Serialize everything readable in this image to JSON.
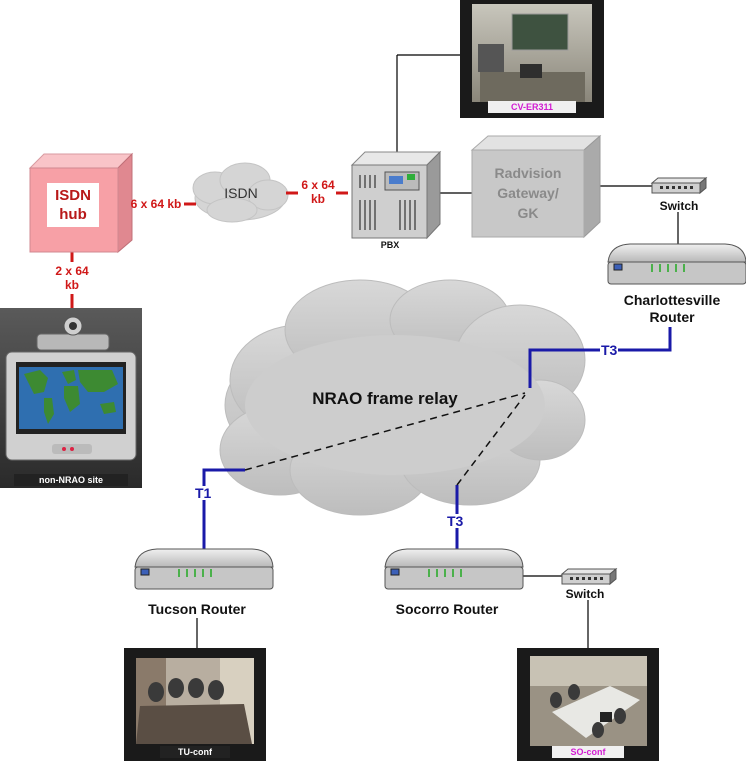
{
  "title": "",
  "colors": {
    "isdn_link": "#d01818",
    "wan_link": "#1a1aa8",
    "hub_fill": "#f7a0a6",
    "device_gray": "#c8c8c8",
    "caption_magenta": "#d21cd2"
  },
  "nodes": {
    "isdn_hub": {
      "line1": "ISDN",
      "line2": "hub"
    },
    "isdn_cloud": {
      "label": "ISDN"
    },
    "pbx": {
      "label": "PBX"
    },
    "gateway": {
      "line1": "Radvision",
      "line2": "Gateway/",
      "line3": "GK"
    },
    "switch_cv": {
      "label": "Switch"
    },
    "router_cv": {
      "line1": "Charlottesville",
      "line2": "Router"
    },
    "frame_relay": {
      "label": "NRAO frame relay"
    },
    "router_tucson": {
      "label": "Tucson Router"
    },
    "router_socorro": {
      "label": "Socorro Router"
    },
    "switch_so": {
      "label": "Switch"
    }
  },
  "rooms": {
    "cv": {
      "caption": "CV-ER311"
    },
    "non_nrao": {
      "caption": "non-NRAO site"
    },
    "tu": {
      "caption": "TU-conf"
    },
    "so": {
      "caption": "SO-conf"
    }
  },
  "links": {
    "hub_cloud": {
      "line1": "6 x 64 kb"
    },
    "cloud_pbx": {
      "line1": "6 x 64",
      "line2": "kb"
    },
    "hub_site": {
      "line1": "2 x 64",
      "line2": "kb"
    },
    "relay_cv": {
      "label": "T3"
    },
    "relay_tucson": {
      "label": "T1"
    },
    "relay_socorro": {
      "label": "T3"
    }
  }
}
